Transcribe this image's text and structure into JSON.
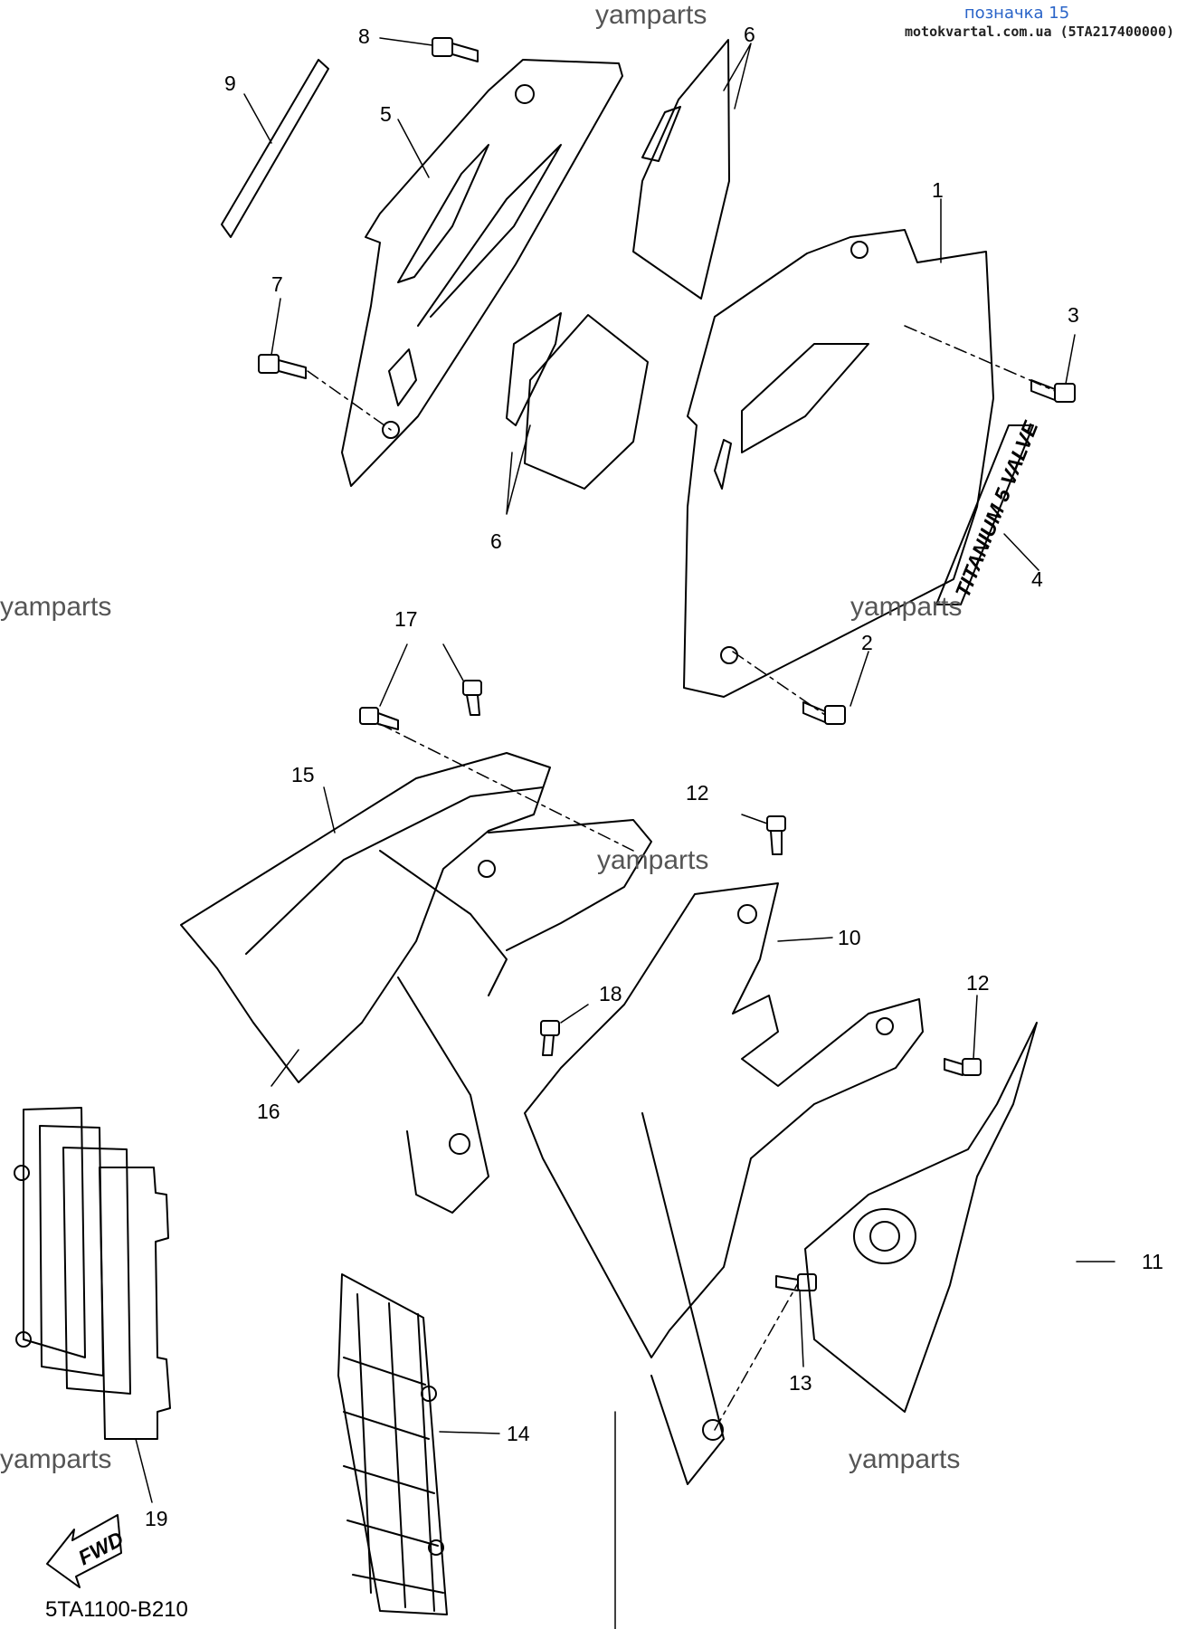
{
  "header": {
    "title": "позначка 15",
    "source": "motokvartal.com.ua (5TA217400000)"
  },
  "watermark": "yamparts",
  "diagram_code": "5TA1100-B210",
  "fwd_label": "FWD",
  "decal_text": "TITANIUM 5 VALVE",
  "callouts": {
    "c1": "1",
    "c2": "2",
    "c3": "3",
    "c4": "4",
    "c5": "5",
    "c6a": "6",
    "c6b": "6",
    "c7": "7",
    "c8": "8",
    "c9": "9",
    "c10": "10",
    "c11": "11",
    "c12a": "12",
    "c12b": "12",
    "c13": "13",
    "c14": "14",
    "c15": "15",
    "c16": "16",
    "c17": "17",
    "c18": "18",
    "c19": "19"
  }
}
